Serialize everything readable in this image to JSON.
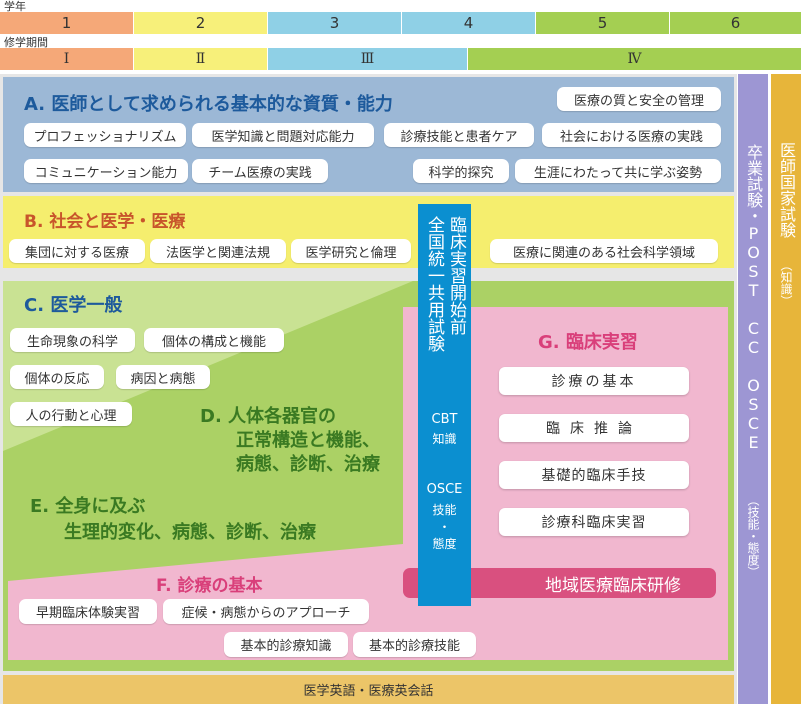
{
  "header": {
    "grade_label": "学年",
    "grades": [
      "1",
      "2",
      "3",
      "4",
      "5",
      "6"
    ],
    "period_label": "修学期間",
    "periods": [
      "Ⅰ",
      "Ⅱ",
      "Ⅲ",
      "Ⅳ"
    ]
  },
  "colors": {
    "orange": "#f5a878",
    "yellow": "#f7f07a",
    "lightblue": "#8fd0e6",
    "green": "#a4cf52",
    "sectionA": "#9cb8d6",
    "sectionB": "#f5ee6e",
    "sectionC": "#abd165",
    "sectionF": "#f1b7cf",
    "centerBlue": "#0b8fd0",
    "community": "#d9507f",
    "graduation": "#9d96d3",
    "national": "#e7b53a",
    "bottom": "#ecc568"
  },
  "sectionA": {
    "title": "A. 医師として求められる基本的な資質・能力",
    "items": [
      "医療の質と安全の管理",
      "プロフェッショナリズム",
      "医学知識と問題対応能力",
      "診療技能と患者ケア",
      "社会における医療の実践",
      "コミュニケーション能力",
      "チーム医療の実践",
      "科学的探究",
      "生涯にわたって共に学ぶ姿勢"
    ]
  },
  "sectionB": {
    "title": "B. 社会と医学・医療",
    "items": [
      "集団に対する医療",
      "法医学と関連法規",
      "医学研究と倫理",
      "医療に関連のある社会科学領域"
    ]
  },
  "sectionC": {
    "title": "C. 医学一般",
    "items": [
      "生命現象の科学",
      "個体の構成と機能",
      "個体の反応",
      "病因と病態",
      "人の行動と心理"
    ]
  },
  "sectionD": {
    "lines": [
      "D. 人体各器官の",
      "正常構造と機能、",
      "病態、診断、治療"
    ]
  },
  "sectionE": {
    "lines": [
      "E. 全身に及ぶ",
      "生理的変化、病態、診断、治療"
    ]
  },
  "sectionF": {
    "title": "F. 診療の基本",
    "items": [
      "早期臨床体験実習",
      "症候・病態からのアプローチ",
      "基本的診療知識",
      "基本的診療技能"
    ]
  },
  "sectionG": {
    "title": "G. 臨床実習",
    "items": [
      "診療の基本",
      "臨床推論",
      "基礎的臨床手技",
      "診療科臨床実習"
    ]
  },
  "center": {
    "exam_line1": "臨床実習開始前",
    "exam_line2": "全国統一共用試験",
    "cbt": "CBT",
    "cbt_sub": "知識",
    "osce": "OSCE",
    "osce_sub1": "技能",
    "osce_dot": "・",
    "osce_sub2": "態度"
  },
  "community": "地域医療臨床研修",
  "graduation": {
    "main": "卒業試験・POST CC OSCE",
    "sub": "（技能・態度）"
  },
  "national": {
    "main": "医師国家試験",
    "sub": "（知識）"
  },
  "bottom": "医学英語・医療英会話"
}
